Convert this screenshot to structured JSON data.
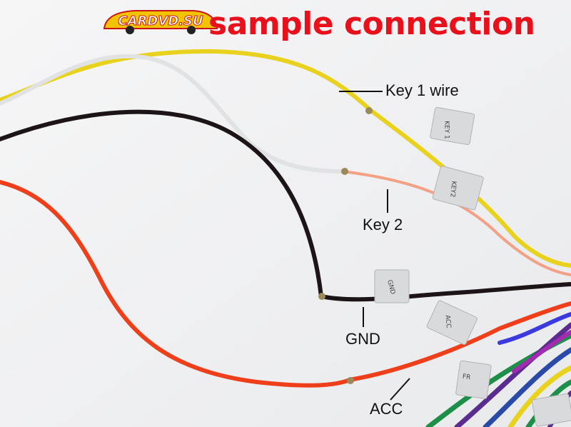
{
  "title": "sample connection",
  "logo": {
    "text": "CARDVD.SU",
    "colors": {
      "fill": "#f2c400",
      "outline": "#c81414",
      "text": "#ffffff"
    }
  },
  "callouts": {
    "key1": "Key 1 wire",
    "key2": "Key 2",
    "gnd": "GND",
    "acc": "ACC"
  },
  "tags": {
    "key1": "KEY 1",
    "key2": "KEY2",
    "gnd": "GND",
    "acc": "ACC",
    "fr": "FR"
  },
  "wire_colors": {
    "yellow": "#e9d21e",
    "white": "#e0e2e4",
    "black": "#1c1416",
    "red": "#ee3f1a",
    "pink": "#f4a085",
    "green": "#1e8f48",
    "purple": "#5b2c8f",
    "blue": "#2a4aa8"
  }
}
